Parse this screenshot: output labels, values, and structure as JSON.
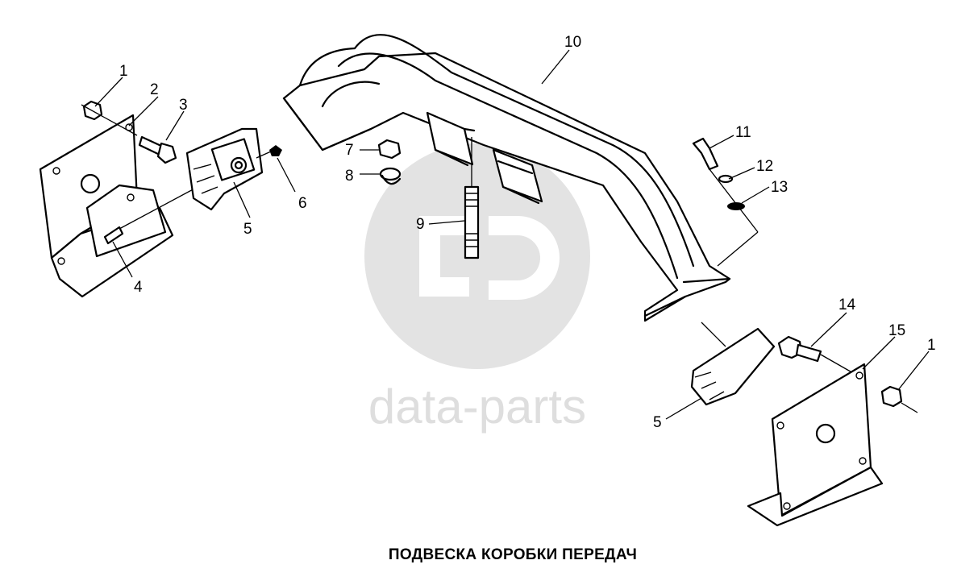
{
  "title": "ПОДВЕСКА КОРОБКИ ПЕРЕДАЧ",
  "watermark": {
    "text": "data-parts",
    "color": "#dedede"
  },
  "callouts": [
    "1",
    "2",
    "3",
    "4",
    "5",
    "6",
    "7",
    "8",
    "9",
    "10",
    "11",
    "12",
    "13",
    "5",
    "14",
    "15",
    "1"
  ],
  "colors": {
    "ink": "#000000",
    "background": "#ffffff"
  }
}
